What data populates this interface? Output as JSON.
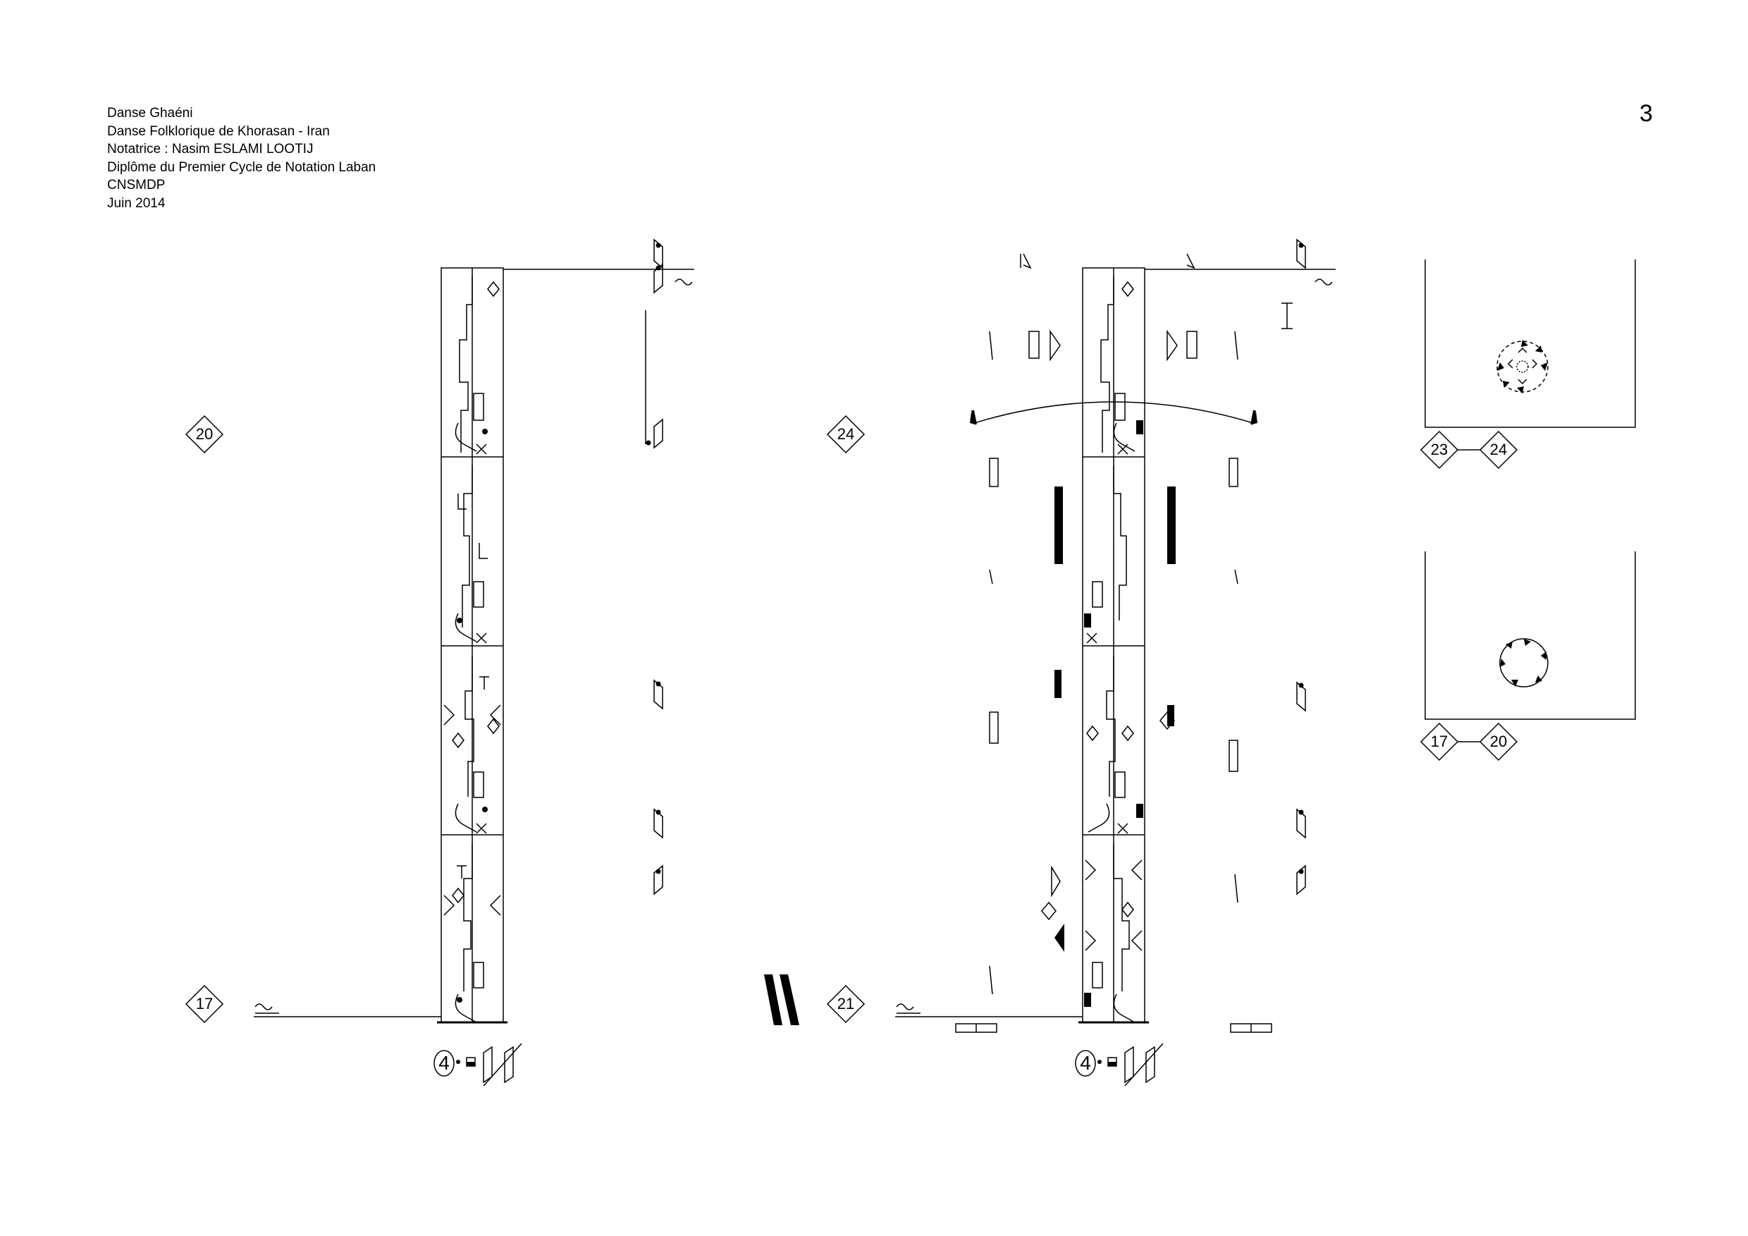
{
  "header": {
    "lines": [
      "Danse Ghaéni",
      "Danse Folklorique de Khorasan - Iran",
      "Notatrice : Nasim ESLAMI LOOTIJ",
      "Diplôme du Premier Cycle de Notation Laban",
      "CNSMDP",
      "Juin 2014"
    ]
  },
  "page_number": "3",
  "score1": {
    "measure_top": "20",
    "measure_bottom": "17",
    "meter": "4"
  },
  "score2": {
    "measure_top": "24",
    "measure_bottom": "21",
    "meter": "4"
  },
  "floorplans": [
    {
      "from": "23",
      "to": "24"
    },
    {
      "from": "17",
      "to": "20"
    }
  ],
  "icons": {
    "repeat_sign": "double-slash-repeat-icon",
    "wave": "tilde-wave-icon"
  }
}
